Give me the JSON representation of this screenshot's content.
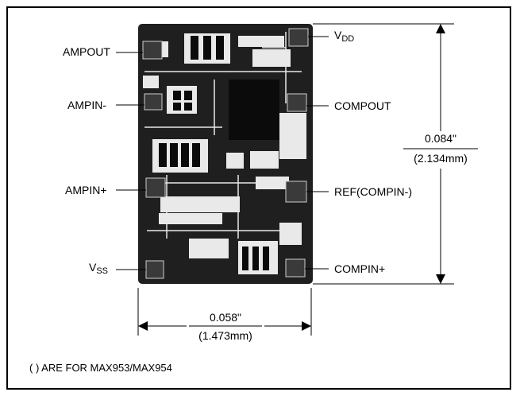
{
  "pins": {
    "ampout": "AMPOUT",
    "ampin_minus": "AMPIN-",
    "ampin_plus": "AMPIN+",
    "vss_main": "V",
    "vss_sub": "SS",
    "vdd_main": "V",
    "vdd_sub": "DD",
    "compout": "COMPOUT",
    "ref_compin_minus": "REF(COMPIN-)",
    "compin_plus": "COMPIN+"
  },
  "dimensions": {
    "height_in": "0.084\"",
    "height_mm": "(2.134mm)",
    "width_in": "0.058\"",
    "width_mm": "(1.473mm)"
  },
  "note": "( ) ARE FOR MAX953/MAX954",
  "colors": {
    "die_fill": "#1f1f1f",
    "ink": "#000000",
    "background": "#ffffff"
  }
}
